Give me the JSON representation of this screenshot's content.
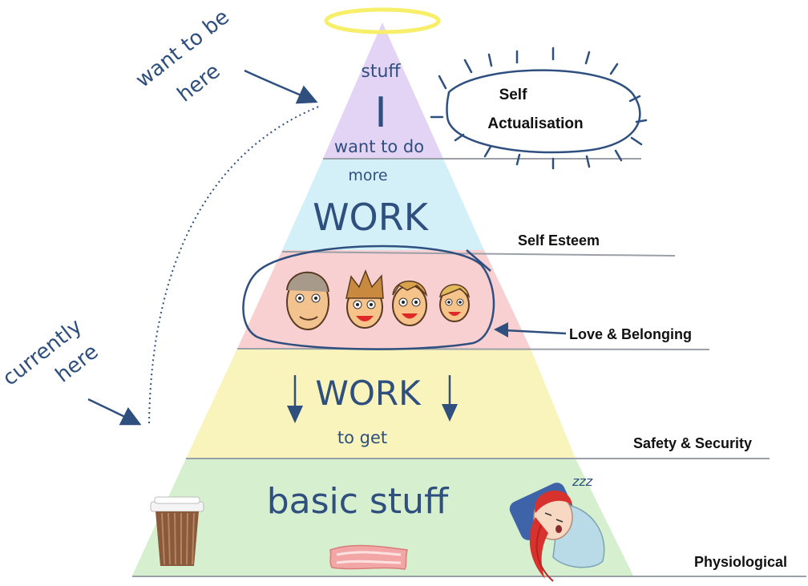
{
  "levels": {
    "self_actualisation": {
      "label": "Self Actualisation",
      "line1": "Self",
      "line2": "Actualisation",
      "fill": "#e3d3f4"
    },
    "self_esteem": {
      "label": "Self Esteem",
      "fill": "#d3f0f8"
    },
    "love_belonging": {
      "label": "Love & Belonging",
      "fill": "#f8d0d2"
    },
    "safety_security": {
      "label": "Safety & Security",
      "fill": "#f8f4bb"
    },
    "physiological": {
      "label": "Physiological",
      "fill": "#d6efcf"
    }
  },
  "pyramid_text": {
    "top_stuff": "stuff",
    "top_i": "I",
    "top_want": "want to do",
    "more": "more",
    "work_upper": "WORK",
    "work_lower": "WORK",
    "to_get": "to get",
    "basic_stuff": "basic stuff",
    "zzz": "zzz"
  },
  "annotations": {
    "want_line1": "want to be",
    "want_line2": "here",
    "currently_line1": "currently",
    "currently_line2": "here"
  },
  "colors": {
    "ink": "#2f4f7f",
    "halo": "#f7ef6a",
    "coffee": "#8a5a3c",
    "hair_red": "#d8322e"
  },
  "icons": [
    "halo-icon",
    "sun-icon",
    "face-icon",
    "coffee-cup-icon",
    "bacon-icon",
    "sleeping-girl-icon"
  ]
}
